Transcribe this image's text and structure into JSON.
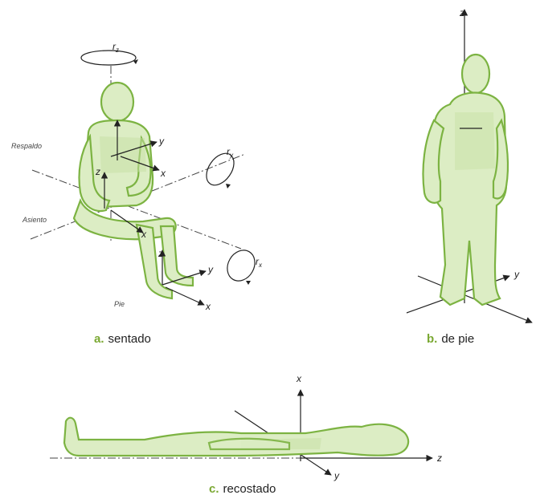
{
  "figure": {
    "panel_a": {
      "caption_letter": "a.",
      "caption_text": "sentado",
      "labels": {
        "respaldo": "Respaldo",
        "asiento": "Asiento",
        "pie": "Pie"
      },
      "axes": {
        "rz": "r",
        "rz_sub": "z",
        "ry": "r",
        "ry_sub": "y",
        "rx": "r",
        "rx_sub": "x",
        "back_y": "y",
        "back_x": "x",
        "seat_z": "z",
        "seat_x": "x",
        "foot_z": "z",
        "foot_y": "y",
        "foot_x": "x"
      }
    },
    "panel_b": {
      "caption_letter": "b.",
      "caption_text": "de pie",
      "axes": {
        "z": "z",
        "y": "y"
      }
    },
    "panel_c": {
      "caption_letter": "c.",
      "caption_text": "recostado",
      "axes": {
        "x": "x",
        "z": "z",
        "y": "y"
      }
    }
  },
  "colors": {
    "accent": "#7aa832",
    "body_fill": "#dcedc4",
    "body_stroke": "#7cb342"
  }
}
